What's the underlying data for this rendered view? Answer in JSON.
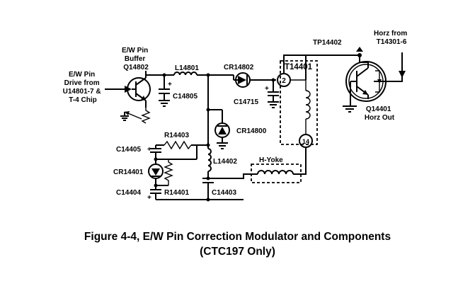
{
  "labels": {
    "ew_pin_drive": [
      "E/W Pin",
      "Drive from",
      "U14801-7 &",
      "T-4 Chip"
    ],
    "buffer": [
      "E/W Pin",
      "Buffer",
      "Q14802"
    ],
    "l14801": "L14801",
    "c14805": "C14805",
    "cr14802": "CR14802",
    "c14715": "C14715",
    "t14401": "T14401",
    "pin2": "2",
    "pin14": "14",
    "tp14402": "TP14402",
    "horz_from": [
      "Horz from",
      "T14301-6"
    ],
    "q14401": [
      "Q14401",
      "Horz Out"
    ],
    "cr14800": "CR14800",
    "r14403": "R14403",
    "c14405": "C14405",
    "l14402": "L14402",
    "h_yoke": "H-Yoke",
    "cr14401": "CR14401",
    "c14404": "C14404",
    "r14401": "R14401",
    "c14403": "C14403"
  },
  "caption": {
    "line1": "Figure 4-4,    E/W Pin Correction Modulator and Components",
    "line2": "(CTC197 Only)"
  }
}
